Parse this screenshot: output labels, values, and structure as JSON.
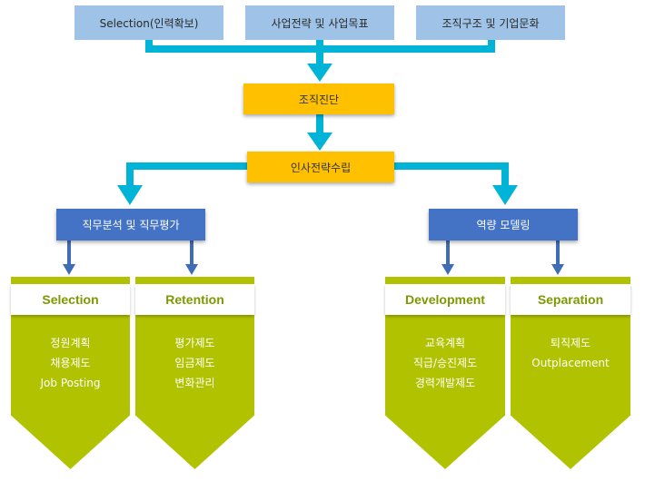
{
  "top_boxes": [
    "Selection(인력확보)",
    "사업전략 및 사업목표",
    "조직구조 및 기업문화"
  ],
  "center": {
    "diagnosis": "조직진단",
    "hr_strategy": "인사전략수립"
  },
  "branches": {
    "left": "직무분석 및 직무평가",
    "right": "역량 모델링"
  },
  "columns": [
    {
      "title": "Selection",
      "items": [
        "정원계획",
        "채용제도",
        "Job Posting"
      ]
    },
    {
      "title": "Retention",
      "items": [
        "평가제도",
        "임금제도",
        "변화관리"
      ]
    },
    {
      "title": "Development",
      "items": [
        "교육계획",
        "직급/승진제도",
        "경력개발제도"
      ]
    },
    {
      "title": "Separation",
      "items": [
        "퇴직제도",
        "Outplacement"
      ]
    }
  ],
  "colors": {
    "top_box": "#9ec3e6",
    "connector": "#00b4d8",
    "orange": "#ffc000",
    "blue": "#4472c4",
    "chevron": "#b1c300",
    "title_text": "#7a9a00"
  }
}
